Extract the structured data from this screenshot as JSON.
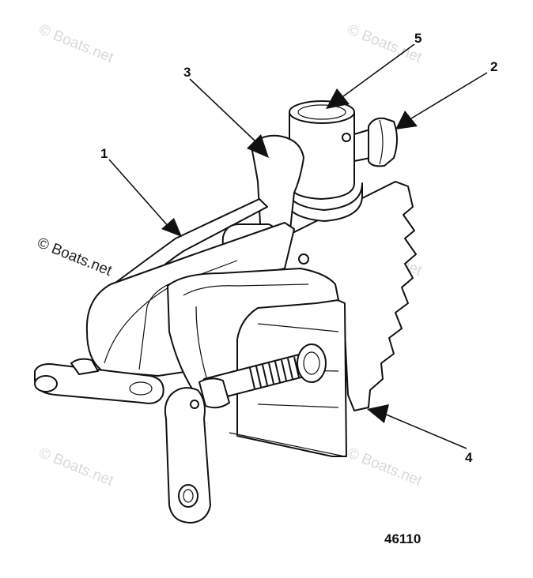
{
  "figure_number": "46110",
  "callouts": {
    "c1": "1",
    "c2": "2",
    "c3": "3",
    "c4": "4",
    "c5": "5"
  },
  "watermark_text": "© Boats.net"
}
